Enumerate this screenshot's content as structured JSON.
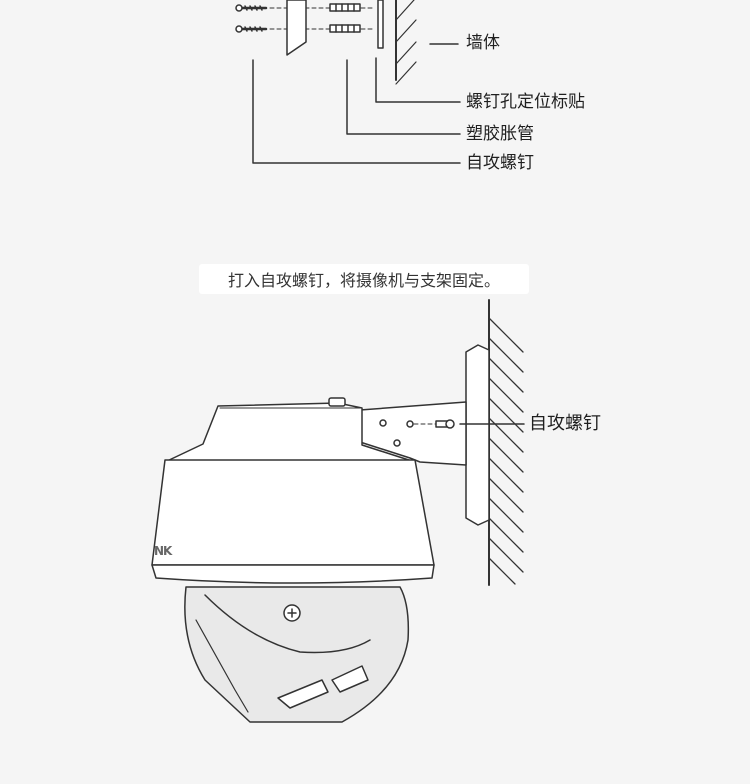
{
  "labels": {
    "wall": "墙体",
    "hole_sticker": "螺钉孔定位标贴",
    "anchor": "塑胶胀管",
    "screw_top": "自攻螺钉",
    "screw_bottom": "自攻螺钉"
  },
  "caption": "打入自攻螺钉，将摄像机与支架固定。",
  "brand": "NK",
  "colors": {
    "background": "#f5f5f5",
    "line": "#333333",
    "camera_fill": "#ffffff",
    "lens_fill": "#e9e9e9"
  }
}
